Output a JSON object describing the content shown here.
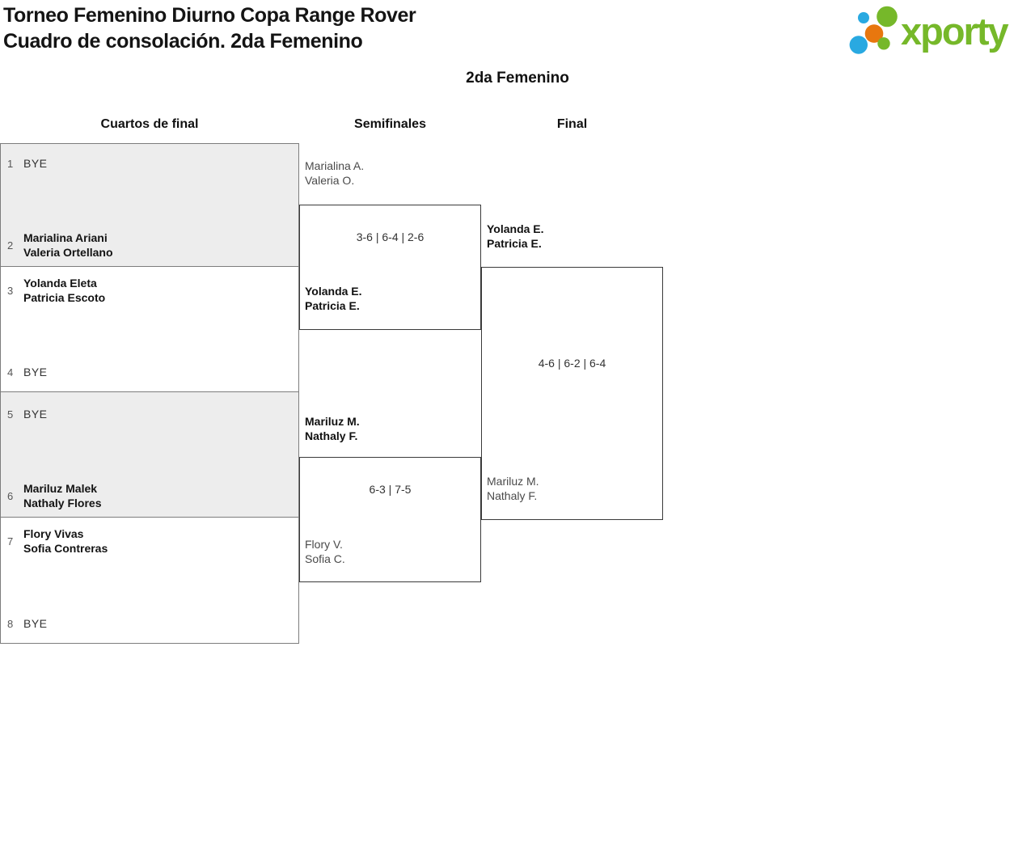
{
  "header": {
    "title_line1": "Torneo Femenino Diurno Copa Range Rover",
    "title_line2": "Cuadro de consolación. 2da Femenino",
    "logo_text": "xporty"
  },
  "subtitle": "2da Femenino",
  "rounds": [
    "Cuartos de final",
    "Semifinales",
    "Final"
  ],
  "colors": {
    "green": "#76b82a",
    "blue": "#29a9e1",
    "orange": "#e8770e"
  },
  "quarterfinals": [
    {
      "seed_top": "1",
      "top": [
        "BYE"
      ],
      "seed_bottom": "2",
      "bottom": [
        "Marialina Ariani",
        "Valeria Ortellano"
      ]
    },
    {
      "seed_top": "3",
      "top": [
        "Yolanda Eleta",
        "Patricia Escoto"
      ],
      "seed_bottom": "4",
      "bottom": [
        "BYE"
      ]
    },
    {
      "seed_top": "5",
      "top": [
        "BYE"
      ],
      "seed_bottom": "6",
      "bottom": [
        "Mariluz Malek",
        "Nathaly Flores"
      ]
    },
    {
      "seed_top": "7",
      "top": [
        "Flory Vivas",
        "Sofia Contreras"
      ],
      "seed_bottom": "8",
      "bottom": [
        "BYE"
      ]
    }
  ],
  "semifinals": [
    {
      "top": [
        "Marialina A.",
        "Valeria O."
      ],
      "bottom": [
        "Yolanda E.",
        "Patricia E."
      ],
      "score": "3-6 | 6-4 | 2-6"
    },
    {
      "top": [
        "Mariluz M.",
        "Nathaly F."
      ],
      "bottom": [
        "Flory V.",
        "Sofia C."
      ],
      "score": "6-3 | 7-5"
    }
  ],
  "final": {
    "top": [
      "Yolanda E.",
      "Patricia E."
    ],
    "bottom": [
      "Mariluz M.",
      "Nathaly F."
    ],
    "score": "4-6 | 6-2 | 6-4"
  }
}
